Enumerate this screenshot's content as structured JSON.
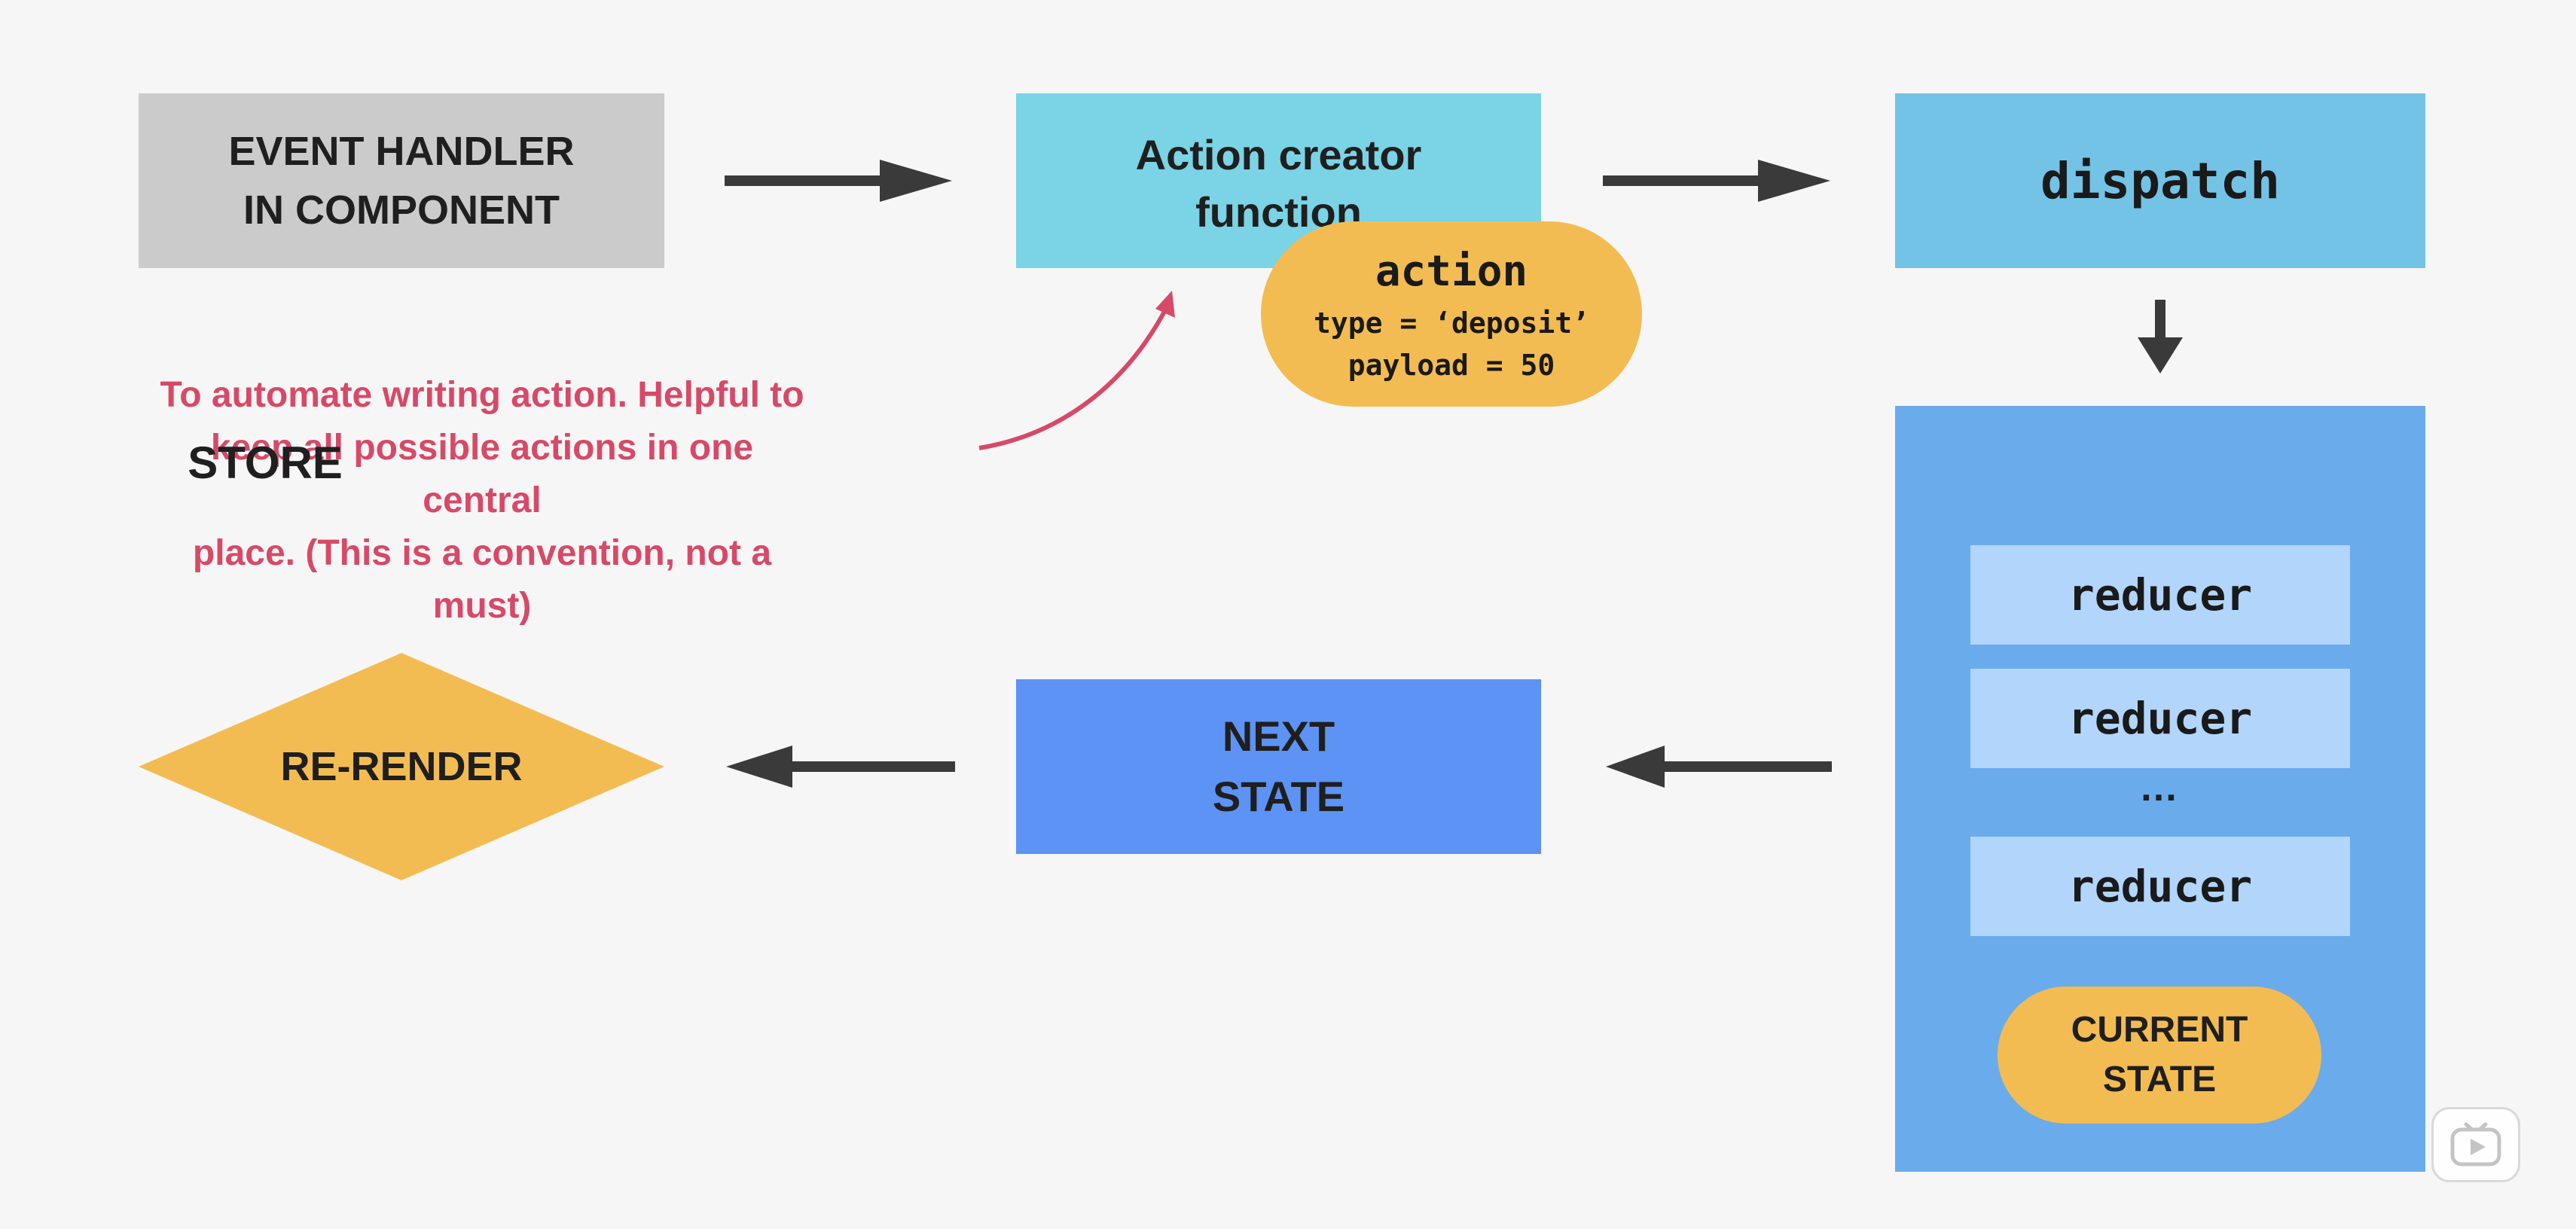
{
  "nodes": {
    "event_handler": [
      "EVENT HANDLER",
      "IN COMPONENT"
    ],
    "action_creator": [
      "Action creator",
      "function"
    ],
    "dispatch": "dispatch",
    "action": {
      "title": "action",
      "type_line": "type = ‘deposit’",
      "payload_line": "payload = 50"
    },
    "store": {
      "title": "STORE",
      "reducers": [
        "reducer",
        "reducer",
        "reducer"
      ],
      "ellipsis": "…",
      "current_state": [
        "CURRENT",
        "STATE"
      ]
    },
    "next_state": [
      "NEXT",
      "STATE"
    ],
    "rerender": "RE-RENDER"
  },
  "annotation": [
    "To automate writing action. Helpful to",
    "keep all possible actions in one central",
    "place. (This is a convention, not a must)"
  ],
  "colors": {
    "background": "#f6f6f6",
    "event_handler": "#cbcbcb",
    "action_creator": "#7ad4e5",
    "dispatch": "#73c3e6",
    "action": "#f3bc52",
    "store": "#6aabec",
    "reducer": "#b2d5fb",
    "next_state": "#5c93f5",
    "rerender": "#f3bc52",
    "annotation": "#d64a67",
    "arrow": "#3a3a3a"
  },
  "icons": {
    "watermark": "play-icon"
  }
}
